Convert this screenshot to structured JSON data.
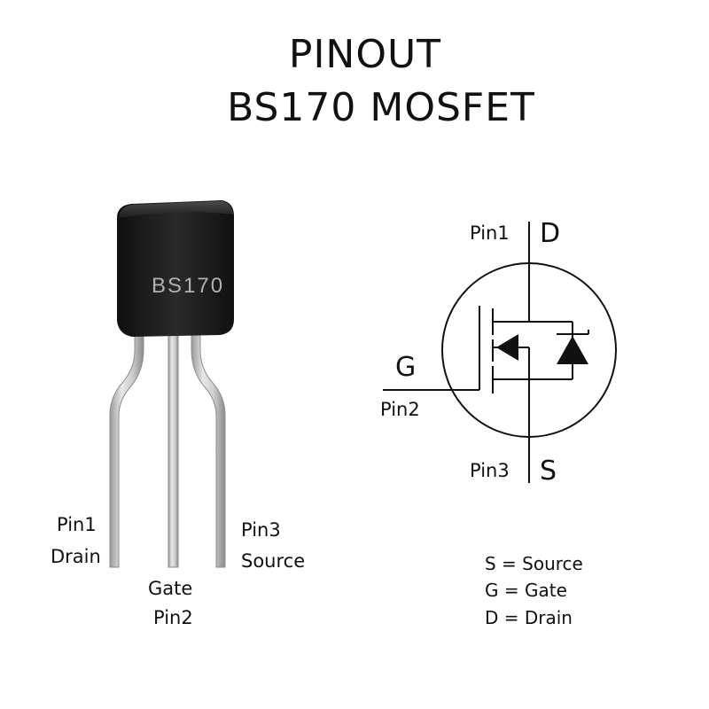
{
  "title": {
    "line1": "PINOUT",
    "line2": "BS170  MOSFET"
  },
  "package": {
    "marking": "BS170",
    "pin1": {
      "number": "Pin1",
      "name": "Drain"
    },
    "pin2": {
      "number": "Pin2",
      "name": "Gate"
    },
    "pin3": {
      "number": "Pin3",
      "name": "Source"
    }
  },
  "symbol": {
    "drain": {
      "pin": "Pin1",
      "letter": "D"
    },
    "gate": {
      "pin": "Pin2",
      "letter": "G"
    },
    "source": {
      "pin": "Pin3",
      "letter": "S"
    }
  },
  "legend": [
    "S = Source",
    "G = Gate",
    "D = Drain"
  ],
  "colors": {
    "body": "#1a1a1a",
    "lead": "#c9c9c9",
    "ink": "#111111"
  }
}
